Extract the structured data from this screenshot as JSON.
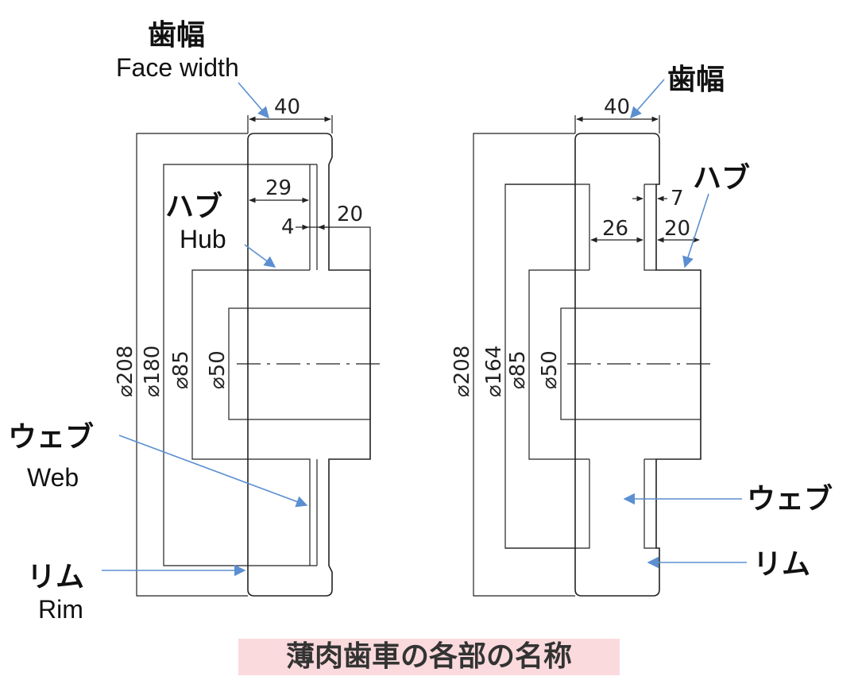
{
  "left": {
    "face_width_jp": "歯幅",
    "face_width_en": "Face width",
    "hub_jp": "ハブ",
    "hub_en": "Hub",
    "web_jp": "ウェブ",
    "web_en": "Web",
    "rim_jp": "リム",
    "rim_en": "Rim",
    "dims": {
      "width": "40",
      "hub_gap": "29",
      "web": "4",
      "hub_len": "20",
      "d1": "⌀208",
      "d2": "⌀180",
      "d3": "⌀85",
      "d4": "⌀50"
    }
  },
  "right": {
    "face_width_jp": "歯幅",
    "hub_jp": "ハブ",
    "web_jp": "ウェブ",
    "rim_jp": "リム",
    "dims": {
      "width": "40",
      "web": "7",
      "hub_gap": "26",
      "hub_len": "20",
      "d1": "⌀208",
      "d2": "⌀164",
      "d3": "⌀85",
      "d4": "⌀50"
    }
  },
  "caption": "薄肉歯車の各部の名称",
  "colors": {
    "arrow": "#5b8fd1",
    "caption_bg": "#fadadd",
    "line": "#222222"
  }
}
